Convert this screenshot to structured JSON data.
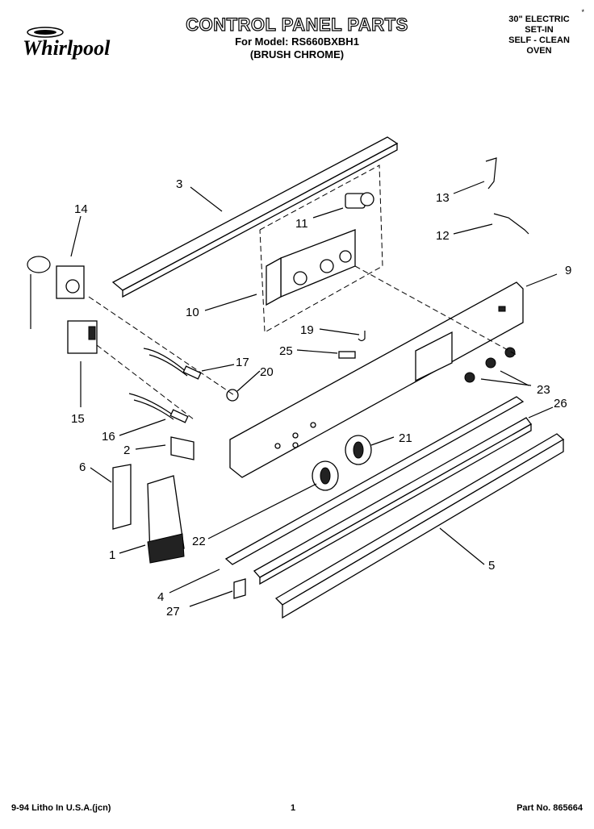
{
  "header": {
    "brand": "Whirlpool",
    "title": "CONTROL PANEL PARTS",
    "model": "For Model: RS660BXBH1",
    "finish": "(BRUSH CHROME)",
    "oven": [
      "30\" ELECTRIC",
      "SET-IN",
      "SELF - CLEAN",
      "OVEN"
    ],
    "mark": "*"
  },
  "footer": {
    "litho": "9-94 Litho In U.S.A.(jcn)",
    "page": "1",
    "part_no": "Part No. 865664"
  },
  "callouts": [
    "1",
    "2",
    "3",
    "4",
    "5",
    "6",
    "9",
    "10",
    "11",
    "12",
    "13",
    "14",
    "15",
    "16",
    "17",
    "19",
    "20",
    "21",
    "22",
    "23",
    "25",
    "26",
    "27"
  ]
}
